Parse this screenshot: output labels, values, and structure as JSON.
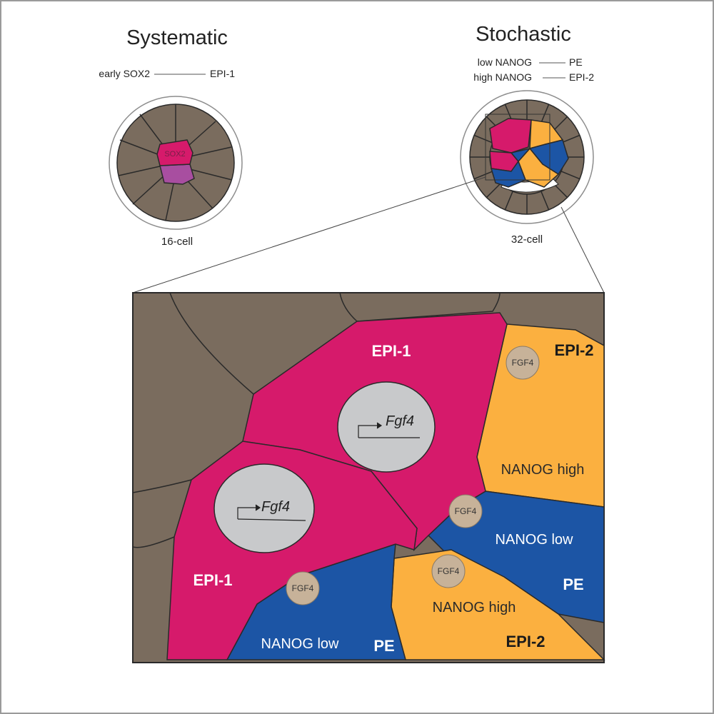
{
  "panels": {
    "systematic": {
      "title": "Systematic",
      "rule_from": "early SOX2",
      "rule_to": "EPI-1",
      "cell_label": "SOX2",
      "stage": "16-cell"
    },
    "stochastic": {
      "title": "Stochastic",
      "rule1_from": "low NANOG",
      "rule1_to": "PE",
      "rule2_from": "high NANOG",
      "rule2_to": "EPI-2",
      "stage": "32-cell"
    }
  },
  "zoom": {
    "epi1_top": "EPI-1",
    "epi1_bottom": "EPI-1",
    "gene_top": "Fgf4",
    "gene_bottom": "Fgf4",
    "epi2_top": "EPI-2",
    "nanog_high_top": "NANOG high",
    "nanog_low_right": "NANOG low",
    "pe_right": "PE",
    "nanog_high_bottom": "NANOG high",
    "epi2_bottom": "EPI-2",
    "nanog_low_bottom": "NANOG low",
    "pe_bottom": "PE",
    "fgf4_1": "FGF4",
    "fgf4_2": "FGF4",
    "fgf4_3": "FGF4",
    "fgf4_4": "FGF4"
  },
  "colors": {
    "brown": "#7a6c5e",
    "magenta": "#d61a6b",
    "orange": "#fbb040",
    "blue": "#1c55a5",
    "purple": "#a84ea0",
    "nucleus": "#c8c9cb",
    "fgf4": "#c7b299"
  }
}
